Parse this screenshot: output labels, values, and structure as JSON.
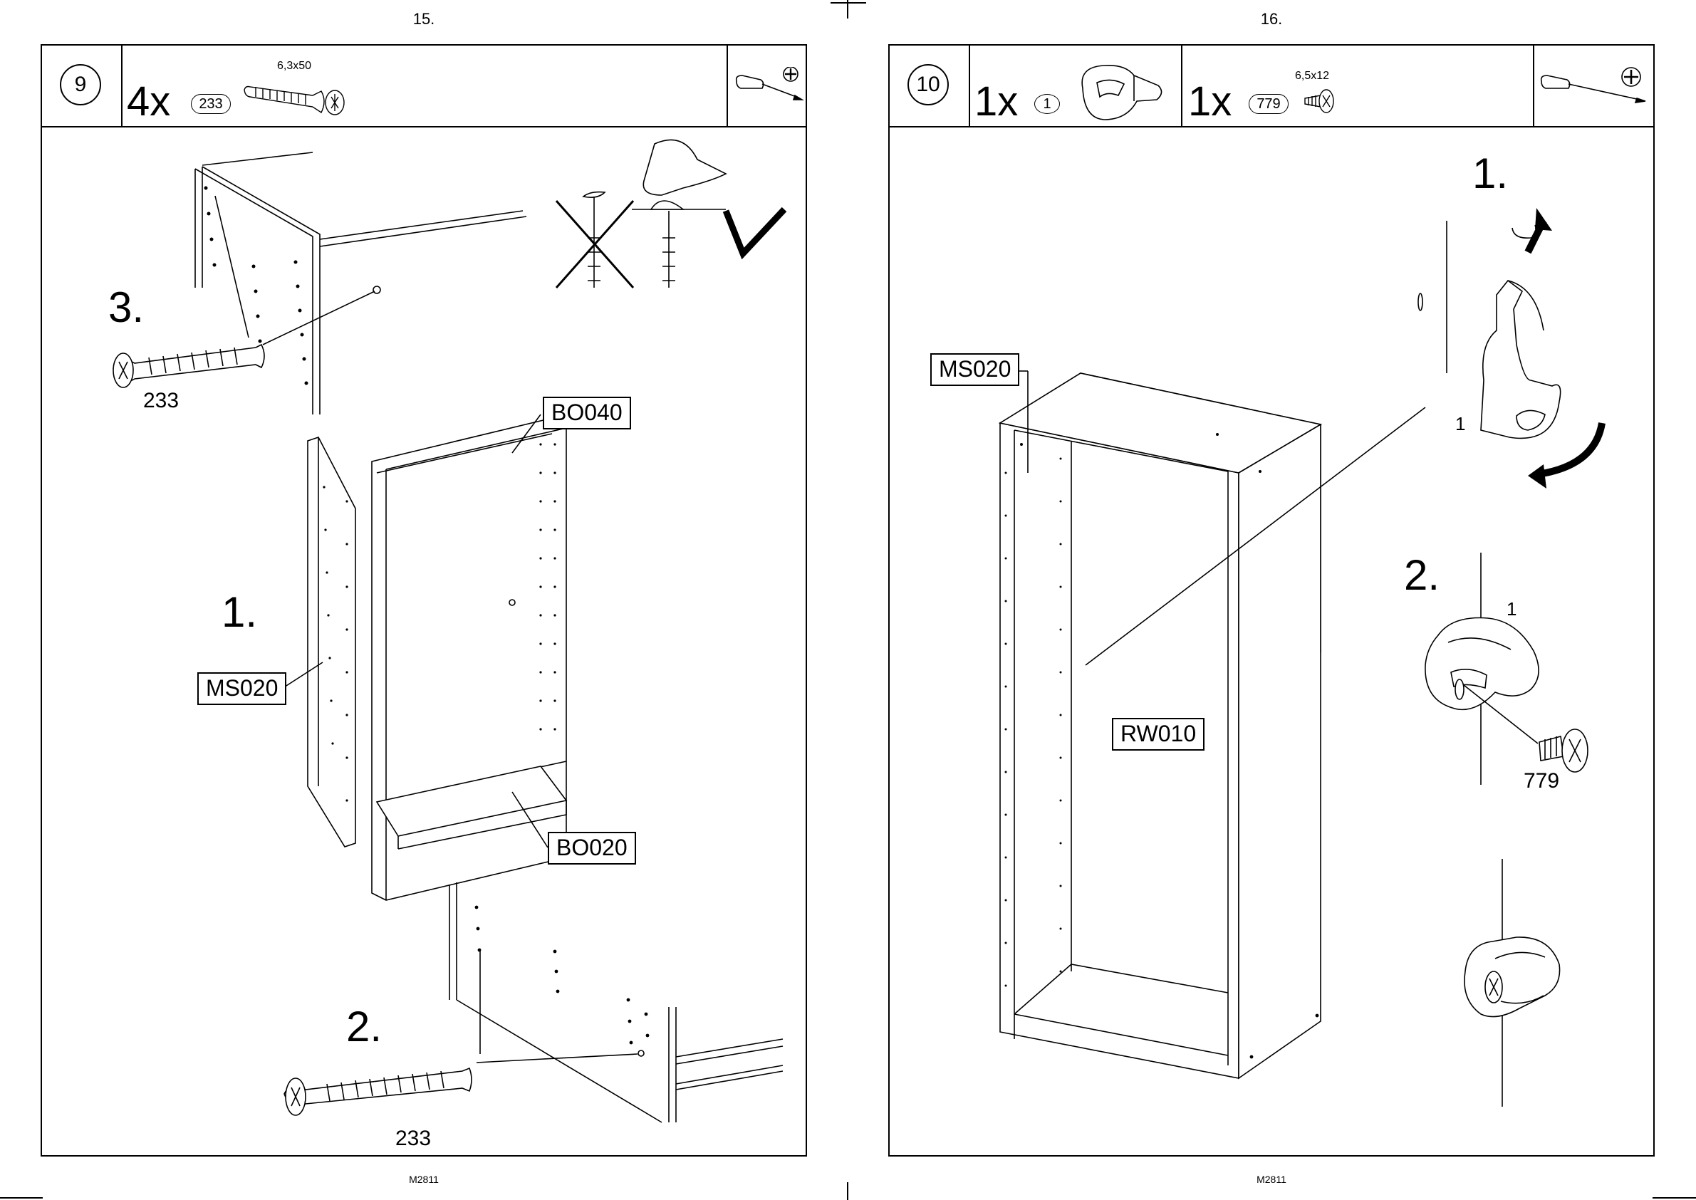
{
  "page_left": {
    "page_number": "15.",
    "footer": "M2811"
  },
  "page_right": {
    "page_number": "16.",
    "footer": "M2811"
  },
  "step9": {
    "number": "9",
    "hardware": {
      "quantity": "4x",
      "part_id": "233",
      "size": "6,3x50"
    },
    "tool_icon": "screwdriver-phillips-icon",
    "substeps": {
      "s1": "1.",
      "s2": "2.",
      "s3": "3."
    },
    "screw_labels": {
      "top": "233",
      "bottom": "233"
    },
    "parts": {
      "side_panel": "MS020",
      "top_panel": "BO040",
      "bottom_panel": "BO020"
    },
    "icons": {
      "wrong": "cross-icon",
      "right": "check-icon"
    }
  },
  "step10": {
    "number": "10",
    "hardware_1": {
      "quantity": "1x",
      "part_id": "1"
    },
    "hardware_2": {
      "quantity": "1x",
      "part_id": "779",
      "size": "6,5x12"
    },
    "tool_icon": "screwdriver-phillips-icon",
    "substeps": {
      "s1": "1.",
      "s2": "2."
    },
    "parts": {
      "side_panel": "MS020",
      "back_panel": "RW010"
    },
    "callouts": {
      "bracket_a": "1",
      "bracket_b": "1",
      "screw": "779"
    }
  }
}
